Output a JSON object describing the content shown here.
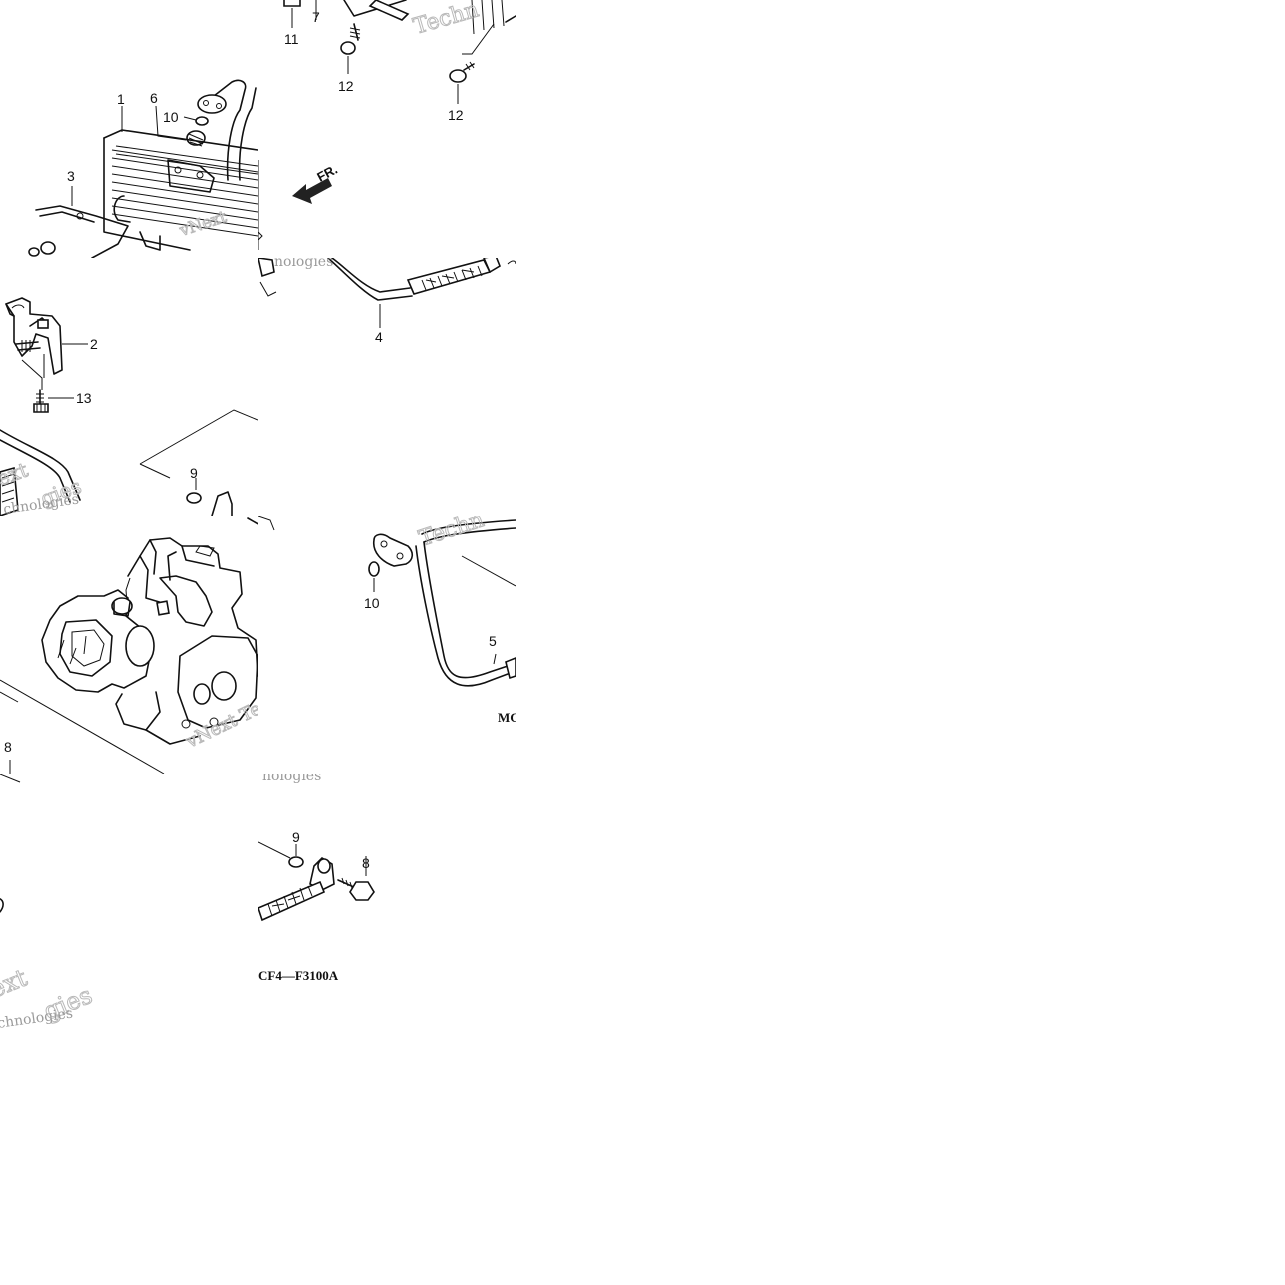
{
  "diagram": {
    "code_a": "CF4—F3100A",
    "code_b": "MC"
  },
  "watermarks": {
    "techn": "Techn",
    "next": "vNext",
    "nologies": "nologies",
    "xt": "ext",
    "chnologies": "chnologies",
    "next_tec": "vNext Tec",
    "gies": "gies"
  },
  "callouts": [
    {
      "id": "1",
      "label": "1"
    },
    {
      "id": "2",
      "label": "2"
    },
    {
      "id": "3",
      "label": "3"
    },
    {
      "id": "4",
      "label": "4"
    },
    {
      "id": "5",
      "label": "5"
    },
    {
      "id": "6",
      "label": "6"
    },
    {
      "id": "7",
      "label": "7"
    },
    {
      "id": "8",
      "label": "8"
    },
    {
      "id": "9",
      "label": "9"
    },
    {
      "id": "10",
      "label": "10"
    },
    {
      "id": "11",
      "label": "11"
    },
    {
      "id": "12",
      "label": "12"
    },
    {
      "id": "13",
      "label": "13"
    }
  ],
  "front_arrow": "FR."
}
